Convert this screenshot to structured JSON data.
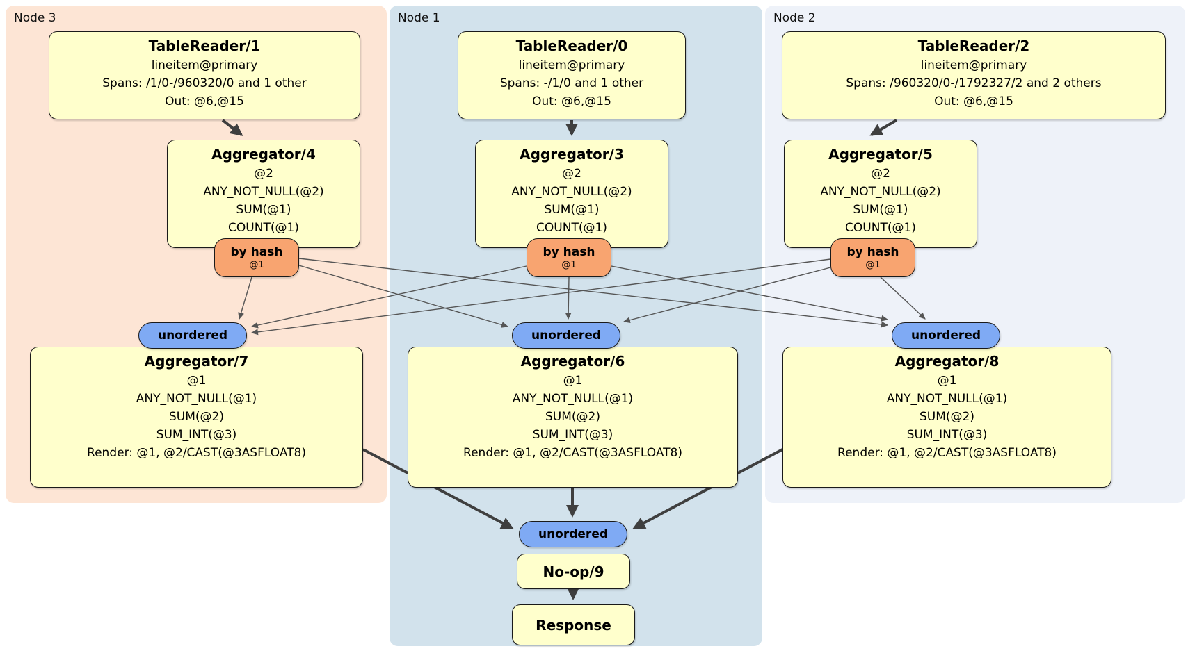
{
  "nodes": {
    "node3": {
      "label": "Node 3"
    },
    "node1": {
      "label": "Node 1"
    },
    "node2": {
      "label": "Node 2"
    }
  },
  "processors": {
    "tr1": {
      "title": "TableReader/1",
      "lines": [
        "lineitem@primary",
        "Spans: /1/0-/960320/0 and 1 other",
        "Out: @6,@15"
      ]
    },
    "tr0": {
      "title": "TableReader/0",
      "lines": [
        "lineitem@primary",
        "Spans: -/1/0 and 1 other",
        "Out: @6,@15"
      ]
    },
    "tr2": {
      "title": "TableReader/2",
      "lines": [
        "lineitem@primary",
        "Spans: /960320/0-/1792327/2 and 2 others",
        "Out: @6,@15"
      ]
    },
    "agg4": {
      "title": "Aggregator/4",
      "lines": [
        "@2",
        "ANY_NOT_NULL(@2)",
        "SUM(@1)",
        "COUNT(@1)"
      ]
    },
    "agg3": {
      "title": "Aggregator/3",
      "lines": [
        "@2",
        "ANY_NOT_NULL(@2)",
        "SUM(@1)",
        "COUNT(@1)"
      ]
    },
    "agg5": {
      "title": "Aggregator/5",
      "lines": [
        "@2",
        "ANY_NOT_NULL(@2)",
        "SUM(@1)",
        "COUNT(@1)"
      ]
    },
    "agg7": {
      "title": "Aggregator/7",
      "lines": [
        "@1",
        "ANY_NOT_NULL(@1)",
        "SUM(@2)",
        "SUM_INT(@3)",
        "Render: @1, @2/CAST(@3ASFLOAT8)"
      ]
    },
    "agg6": {
      "title": "Aggregator/6",
      "lines": [
        "@1",
        "ANY_NOT_NULL(@1)",
        "SUM(@2)",
        "SUM_INT(@3)",
        "Render: @1, @2/CAST(@3ASFLOAT8)"
      ]
    },
    "agg8": {
      "title": "Aggregator/8",
      "lines": [
        "@1",
        "ANY_NOT_NULL(@1)",
        "SUM(@2)",
        "SUM_INT(@3)",
        "Render: @1, @2/CAST(@3ASFLOAT8)"
      ]
    },
    "noop": {
      "title": "No-op/9"
    },
    "resp": {
      "title": "Response"
    }
  },
  "routers": {
    "r4": {
      "label": "by hash",
      "detail": "@1"
    },
    "r3": {
      "label": "by hash",
      "detail": "@1"
    },
    "r5": {
      "label": "by hash",
      "detail": "@1"
    }
  },
  "syncs": {
    "u7": {
      "label": "unordered"
    },
    "u6": {
      "label": "unordered"
    },
    "u8": {
      "label": "unordered"
    },
    "u9": {
      "label": "unordered"
    }
  },
  "edges": [
    {
      "from": "TableReader/1",
      "to": "Aggregator/4"
    },
    {
      "from": "TableReader/0",
      "to": "Aggregator/3"
    },
    {
      "from": "TableReader/2",
      "to": "Aggregator/5"
    },
    {
      "from": "Aggregator/4 by hash",
      "to": "unordered->Aggregator/7"
    },
    {
      "from": "Aggregator/4 by hash",
      "to": "unordered->Aggregator/6"
    },
    {
      "from": "Aggregator/4 by hash",
      "to": "unordered->Aggregator/8"
    },
    {
      "from": "Aggregator/3 by hash",
      "to": "unordered->Aggregator/7"
    },
    {
      "from": "Aggregator/3 by hash",
      "to": "unordered->Aggregator/6"
    },
    {
      "from": "Aggregator/3 by hash",
      "to": "unordered->Aggregator/8"
    },
    {
      "from": "Aggregator/5 by hash",
      "to": "unordered->Aggregator/7"
    },
    {
      "from": "Aggregator/5 by hash",
      "to": "unordered->Aggregator/6"
    },
    {
      "from": "Aggregator/5 by hash",
      "to": "unordered->Aggregator/8"
    },
    {
      "from": "Aggregator/7",
      "to": "unordered->No-op/9"
    },
    {
      "from": "Aggregator/6",
      "to": "unordered->No-op/9"
    },
    {
      "from": "Aggregator/8",
      "to": "unordered->No-op/9"
    },
    {
      "from": "No-op/9",
      "to": "Response"
    }
  ],
  "colors": {
    "node3_bg": "#fde5d5",
    "node1_bg": "#d2e2ec",
    "node2_bg": "#eef2f9",
    "box_fill": "#ffffcc",
    "router_fill": "#f8a470",
    "sync_fill": "#7faaf4",
    "edge_thin": "#555555",
    "edge_thick": "#3f3f3f"
  }
}
